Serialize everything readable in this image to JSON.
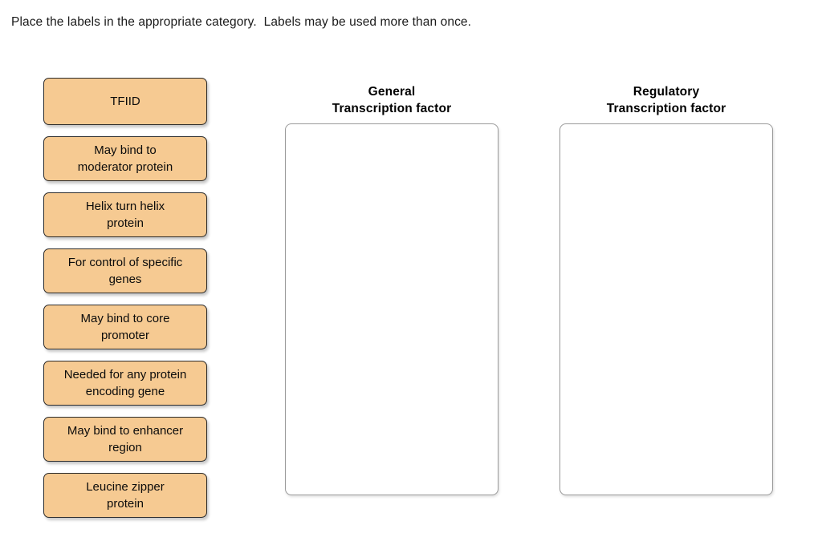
{
  "instruction": "Place the labels in the appropriate category.  Labels may be used more than once.",
  "colors": {
    "label_fill": "#f6ca92",
    "label_border": "#2b2b2b",
    "dropzone_border": "#9a9a9a",
    "text": "#0c0c0c",
    "page_background": "#ffffff"
  },
  "label_bank": {
    "name": "draggable-labels",
    "items": [
      {
        "text": "TFIID"
      },
      {
        "text": "May bind to\nmoderator protein"
      },
      {
        "text": "Helix turn helix\nprotein"
      },
      {
        "text": "For control of specific\ngenes"
      },
      {
        "text": "May bind to core\npromoter"
      },
      {
        "text": "Needed for any protein\nencoding gene"
      },
      {
        "text": "May bind to enhancer\nregion"
      },
      {
        "text": "Leucine zipper\nprotein"
      }
    ]
  },
  "categories": [
    {
      "title": "General\nTranscription factor",
      "dropped_labels": []
    },
    {
      "title": "Regulatory\nTranscription factor",
      "dropped_labels": []
    }
  ]
}
